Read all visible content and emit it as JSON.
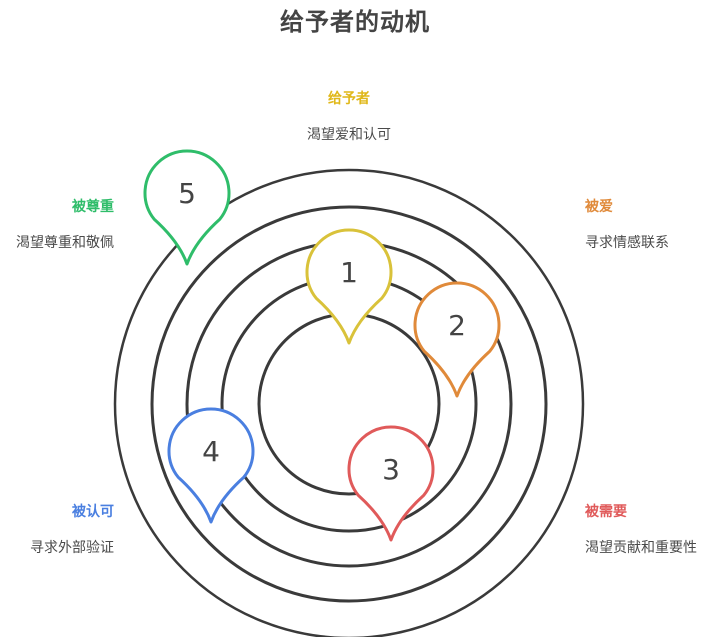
{
  "title": "给予者的动机",
  "center": {
    "label": "给予者",
    "desc": "渴望爱和认可"
  },
  "items": [
    {
      "num": "1",
      "color": "#d9c23a"
    },
    {
      "num": "2",
      "color": "#e08a3a",
      "label": "被爱",
      "desc": "寻求情感联系"
    },
    {
      "num": "3",
      "color": "#e05a5a",
      "label": "被需要",
      "desc": "渴望贡献和重要性"
    },
    {
      "num": "4",
      "color": "#4a7fe0",
      "label": "被认可",
      "desc": "寻求外部验证"
    },
    {
      "num": "5",
      "color": "#2fbd6a",
      "label": "被尊重",
      "desc": "渴望尊重和敬佩"
    }
  ],
  "colors": {
    "ring": "#3a3a3a",
    "title": "#444444",
    "center_label": "#e0b81a"
  }
}
